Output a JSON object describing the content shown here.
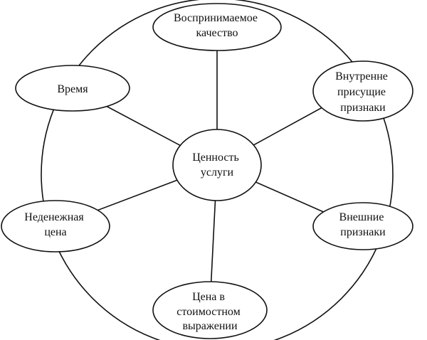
{
  "diagram": {
    "center": {
      "lines": [
        "Ценность",
        "услуги"
      ]
    },
    "nodes": [
      {
        "id": "perceived-quality",
        "lines": [
          "Воспринимаемое",
          "качество"
        ]
      },
      {
        "id": "internal-features",
        "lines": [
          "Внутренне",
          "присущие",
          "признаки"
        ]
      },
      {
        "id": "external-features",
        "lines": [
          "Внешние",
          "признаки"
        ]
      },
      {
        "id": "monetary-price",
        "lines": [
          "Цена в",
          "стоимостном",
          "выражении"
        ]
      },
      {
        "id": "non-monetary-price",
        "lines": [
          "Неденежная",
          "цена"
        ]
      },
      {
        "id": "time",
        "lines": [
          "Время"
        ]
      }
    ],
    "colors": {
      "stroke": "#111111",
      "fill": "#ffffff",
      "text": "#111111"
    }
  }
}
